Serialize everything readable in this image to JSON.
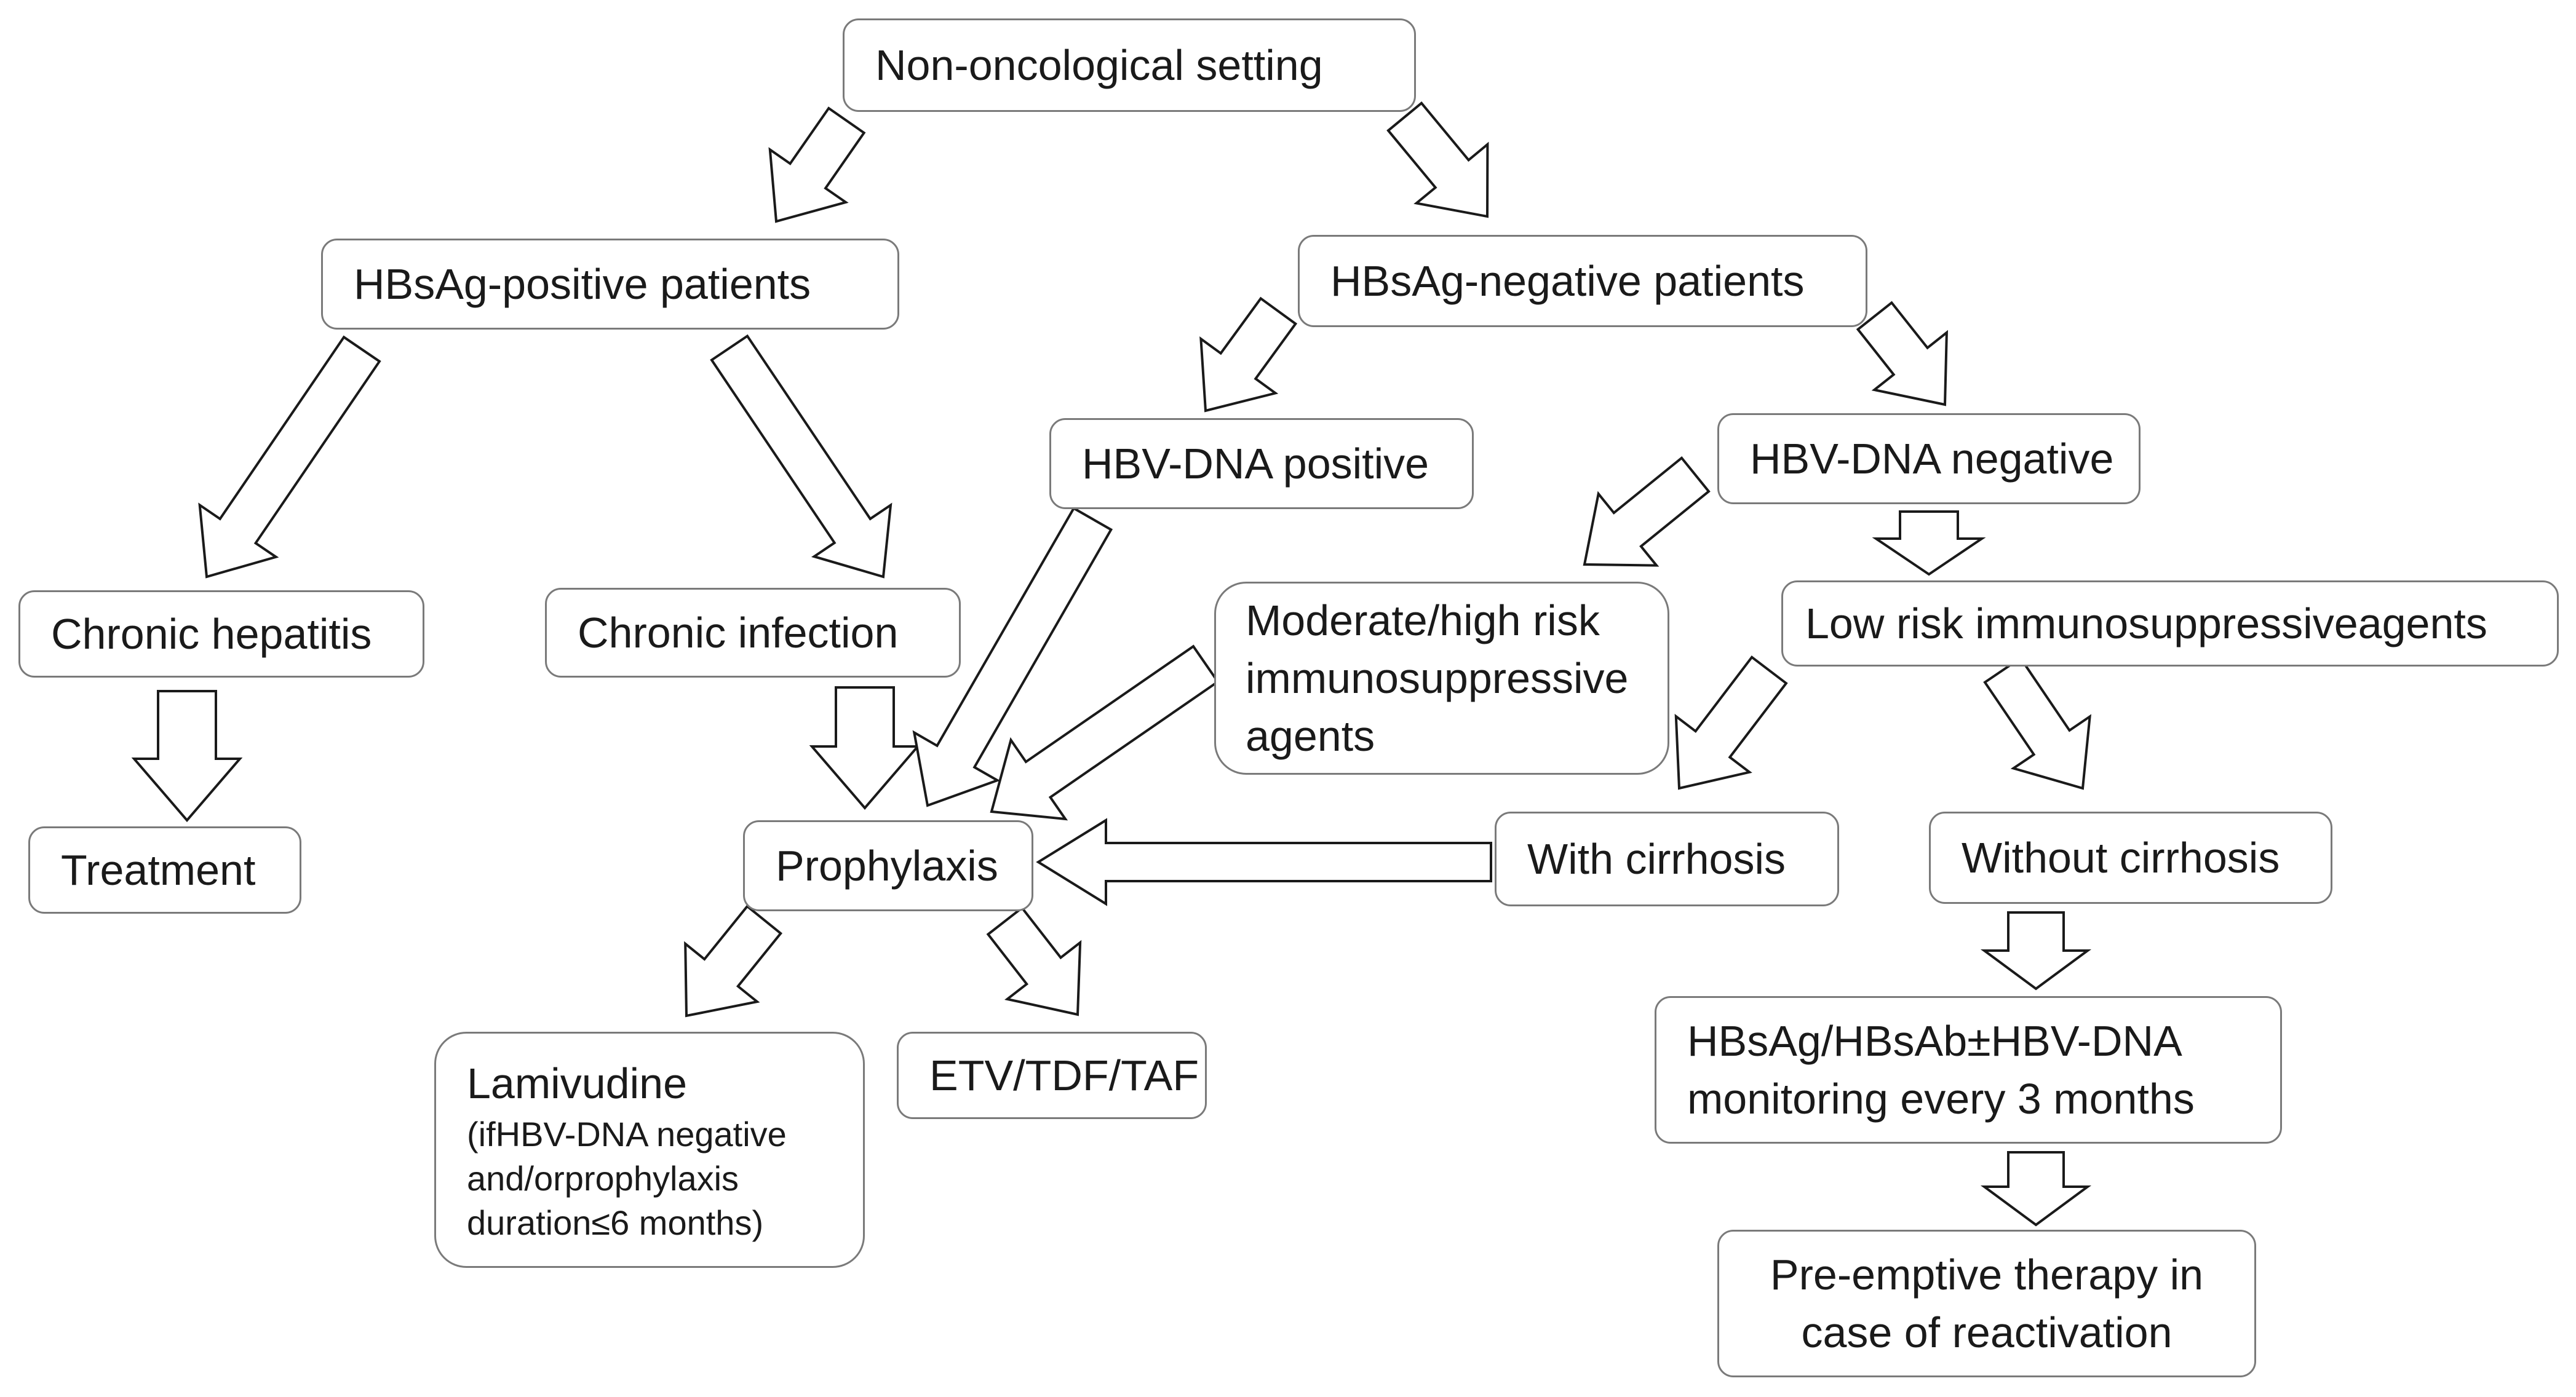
{
  "diagram": {
    "nodes": {
      "non_oncological": "Non-oncological setting",
      "hbsag_positive": "HBsAg-positive patients",
      "hbsag_negative": "HBsAg-negative patients",
      "hbv_dna_positive": "HBV-DNA positive",
      "hbv_dna_negative": "HBV-DNA negative",
      "chronic_hepatitis": "Chronic hepatitis",
      "chronic_infection": "Chronic infection",
      "treatment": "Treatment",
      "prophylaxis": "Prophylaxis",
      "moderate_high_risk": [
        "Moderate/high risk",
        "immunosuppressive",
        "agents"
      ],
      "low_risk": "Low risk immunosuppressiveagents",
      "with_cirrhosis": "With cirrhosis",
      "without_cirrhosis": "Without cirrhosis",
      "lamivudine": "Lamivudine",
      "lamivudine_note": [
        "(ifHBV-DNA negative",
        "and/orprophylaxis",
        "duration≤6 months)"
      ],
      "etv_tdf_taf": "ETV/TDF/TAF",
      "monitoring": [
        "HBsAg/HBsAb±HBV-DNA",
        "monitoring every 3 months"
      ],
      "preemptive": [
        "Pre-emptive therapy in",
        "case of reactivation"
      ]
    }
  }
}
